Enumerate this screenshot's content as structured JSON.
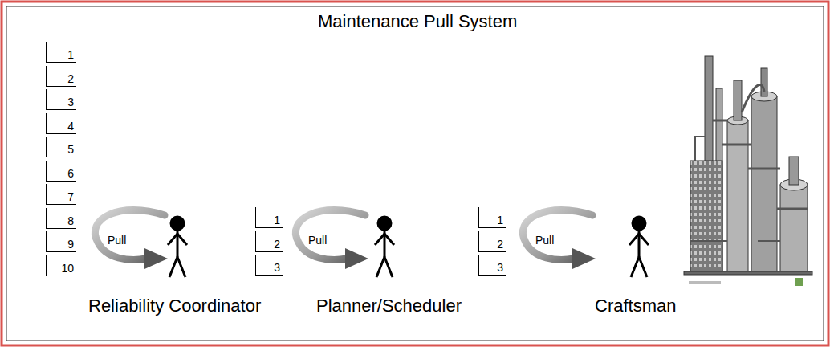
{
  "diagram": {
    "title": "Maintenance Pull System",
    "labels": [
      "1",
      "2",
      "3",
      "4",
      "5",
      "6",
      "7",
      "8",
      "9",
      "10",
      "Pull",
      "Reliability Coordinator",
      "1",
      "2",
      "3",
      "Pull",
      "Planner/Scheduler",
      "1",
      "2",
      "3",
      "Pull",
      "Craftsman"
    ]
  }
}
